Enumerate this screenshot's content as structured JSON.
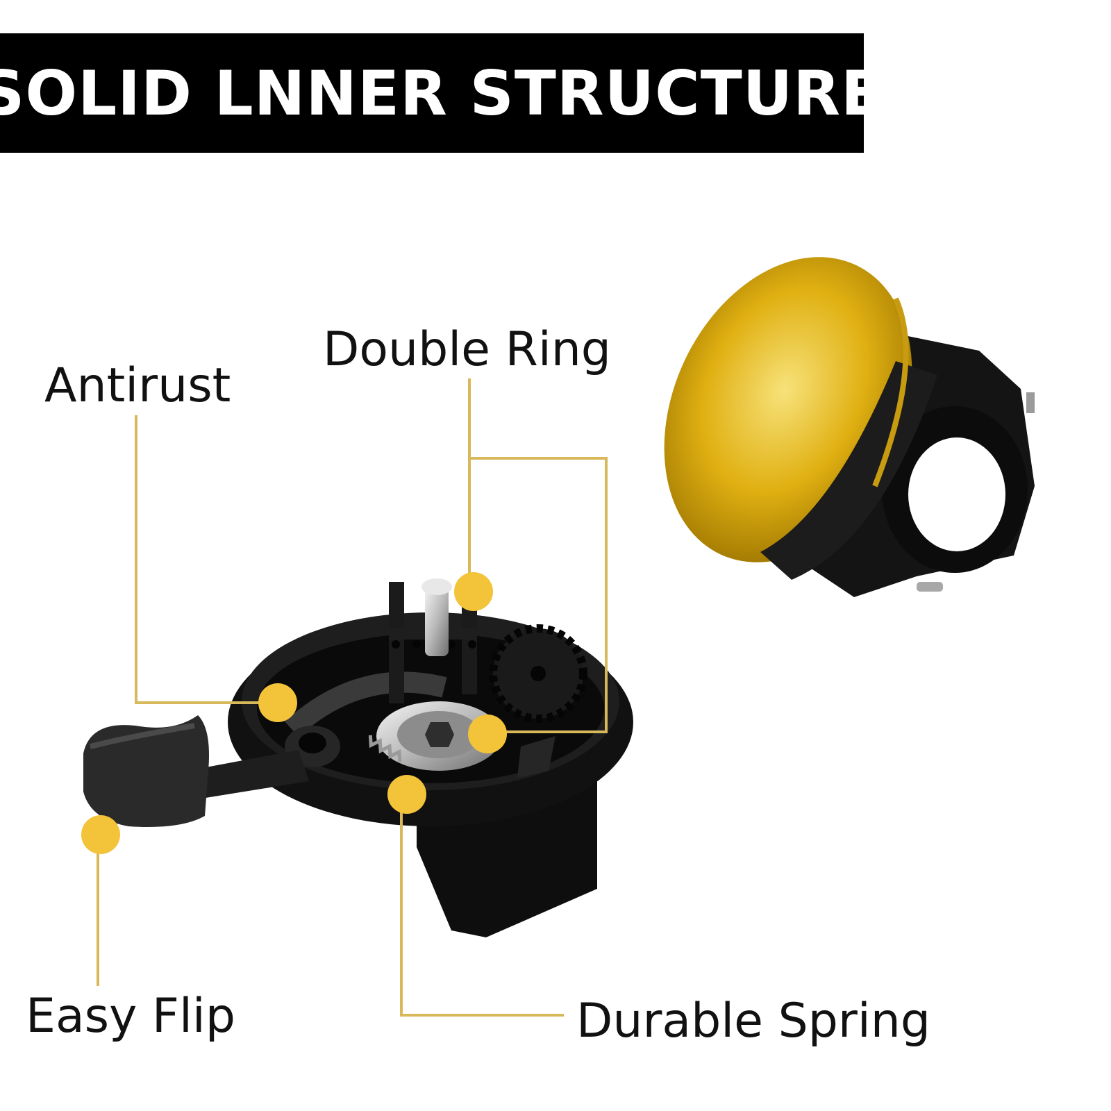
{
  "title": "SOLID LNNER STRUCTURE",
  "callouts": {
    "antirust": "Antirust",
    "double_ring": "Double Ring",
    "easy_flip": "Easy Flip",
    "durable_spring": "Durable Spring"
  },
  "colors": {
    "marker": "#f3c33a",
    "leader_line": "#d8b85a",
    "bell_gold": "#e0b012",
    "plastic_black": "#101010"
  }
}
